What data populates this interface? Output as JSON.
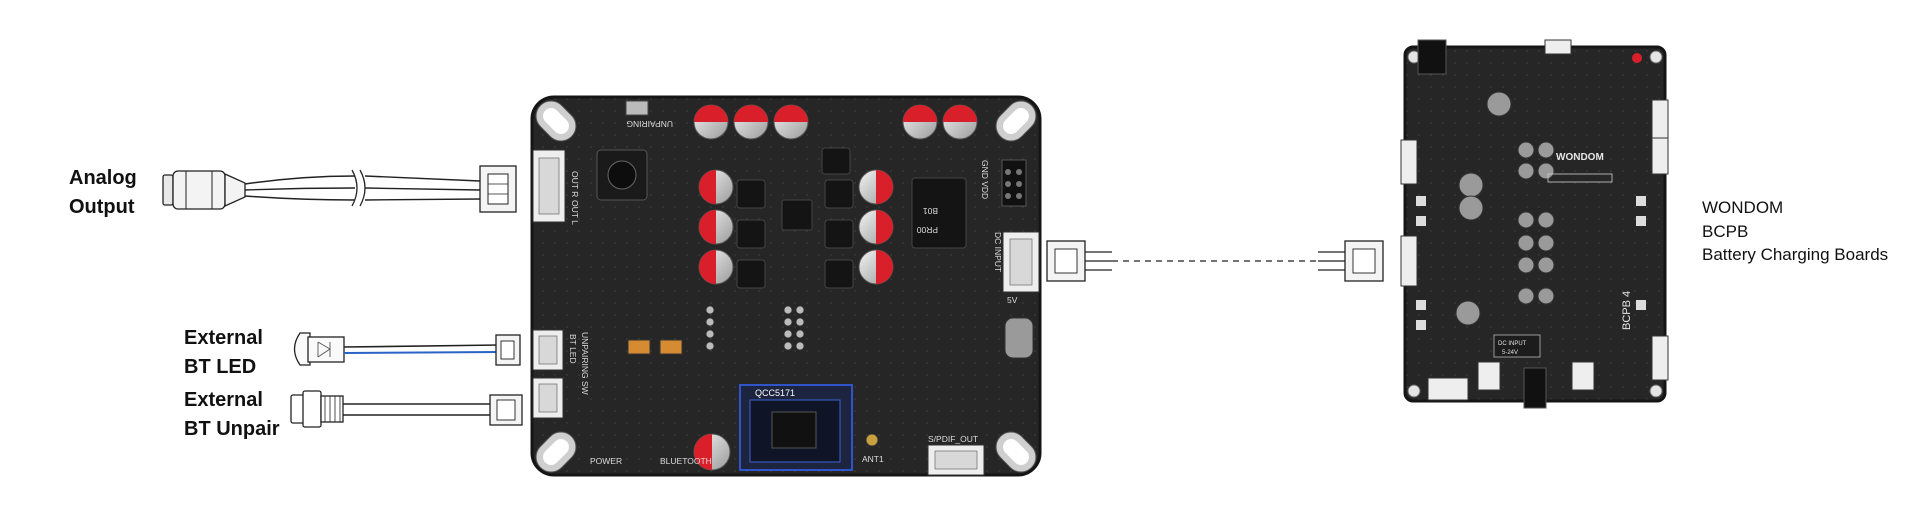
{
  "labels": {
    "analog_output": [
      "Analog",
      "Output"
    ],
    "external_bt_led": [
      "External",
      "BT LED"
    ],
    "external_bt_unpair": [
      "External",
      "BT Unpair"
    ]
  },
  "main_board": {
    "chip_label": "QCC5171",
    "silk": {
      "unpairing": "UNPAIRING",
      "out_r": "OUT R",
      "out_l": "OUT L",
      "bt_led": "BT LED",
      "unpairing_sw": "UNPAIRING SW",
      "gnd_vdd": "GND VDD",
      "dc_input": "DC INPUT",
      "v5": "5V",
      "spdif_out": "S/PDIF_OUT",
      "power": "POWER",
      "bluetooth": "BLUETOOTH",
      "ant1": "ANT1",
      "pr00": "PR00",
      "b01": "B01"
    }
  },
  "charging_board": {
    "brand": "WONDOM",
    "model": "BCPB 4",
    "dc_input": "DC INPUT",
    "dc_input_range": "5-24V"
  },
  "side_note": [
    "WONDOM",
    "BCPB",
    "Battery Charging Boards"
  ],
  "colors": {
    "pcb": "#262626",
    "pcb_edge": "#151515",
    "capacitor_red": "#d91f2a",
    "connector_white": "#efefef",
    "blue_trace": "#2a63c5",
    "chip_border": "#2f55c9"
  }
}
